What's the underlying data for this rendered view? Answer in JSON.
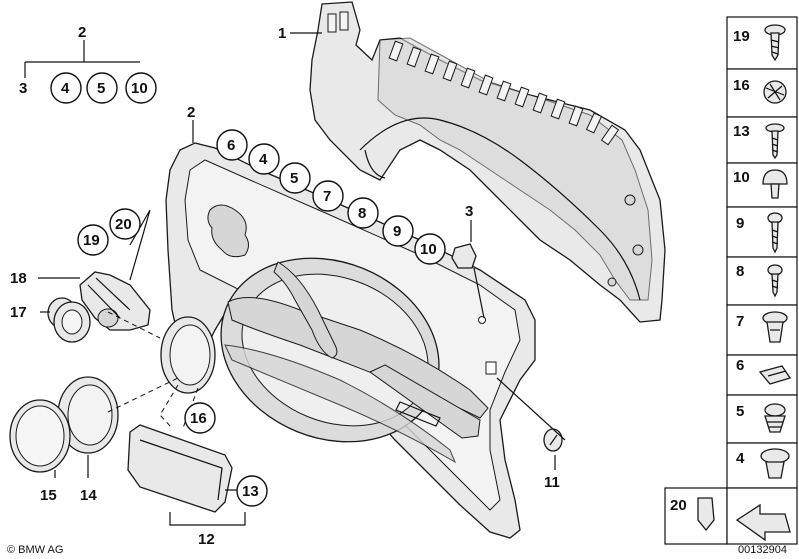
{
  "callouts": {
    "c1": "1",
    "c2_top": "2",
    "c2_main": "2",
    "c3_left": "3",
    "c3_mid": "3",
    "c4a": "4",
    "c4b": "4",
    "c5a": "5",
    "c5b": "5",
    "c6": "6",
    "c7": "7",
    "c8": "8",
    "c9": "9",
    "c10a": "10",
    "c10b": "10",
    "c11": "11",
    "c12": "12",
    "c13": "13",
    "c14": "14",
    "c15": "15",
    "c16": "16",
    "c17": "17",
    "c18": "18",
    "c19": "19",
    "c20": "20"
  },
  "legend": [
    "19",
    "16",
    "13",
    "10",
    "9",
    "8",
    "7",
    "6",
    "5",
    "4"
  ],
  "legend_bottom": "20",
  "footer": {
    "copyright": "© BMW AG",
    "image_number": "00132904"
  }
}
